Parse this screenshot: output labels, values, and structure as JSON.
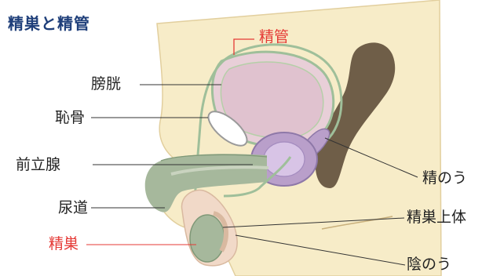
{
  "title": "精巣と精管",
  "labels": {
    "vas_deferens": "精管",
    "bladder": "膀胱",
    "pubic_bone": "恥骨",
    "prostate": "前立腺",
    "seminal_vesicle": "精のう",
    "urethra": "尿道",
    "epididymis": "精巣上体",
    "testis": "精巣",
    "scrotum": "陰のう"
  },
  "colors": {
    "title": "#1f3f7a",
    "highlight_red": "#e53935",
    "skin": "#f7ecc8",
    "bladder": "#e8cfd8",
    "bladder_stroke": "#9fbf9a",
    "rectum": "#6f5e48",
    "prostate": "#b99fca",
    "penis_tissue": "#a6b89c"
  }
}
